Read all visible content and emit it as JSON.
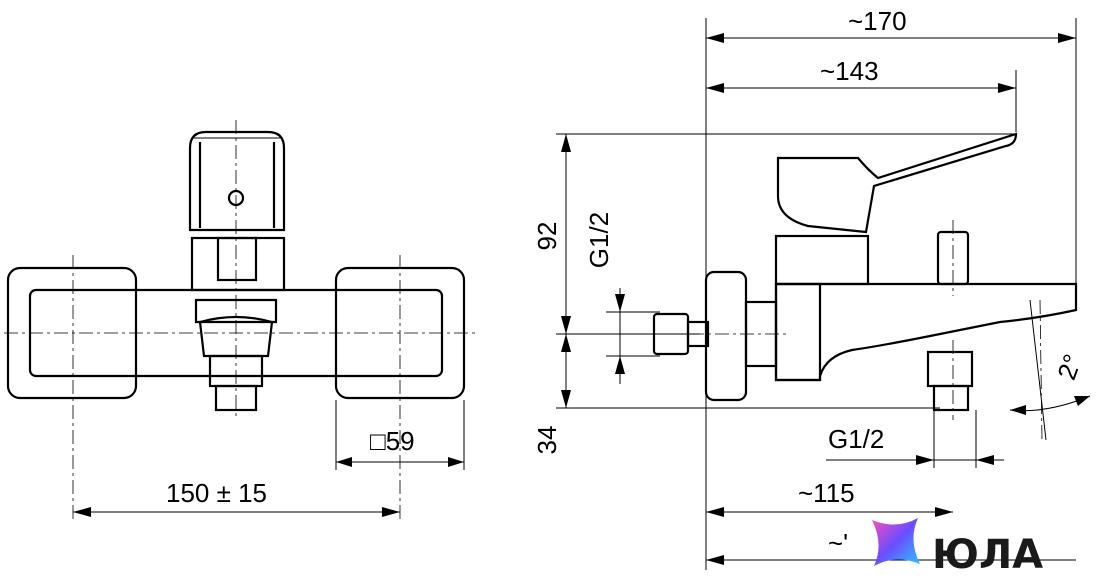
{
  "dimensions": {
    "front_width": "150 ± 15",
    "flange_size": "□59",
    "overall_length": "~170",
    "handle_length": "~143",
    "height_above_axis": "92",
    "height_below_axis": "34",
    "inlet_thread": "G1/2",
    "outlet_thread": "G1/2",
    "outlet_distance": "~115",
    "bottom_partial": "~'",
    "spout_angle": "2°"
  },
  "watermark": {
    "brand": "ЮЛА",
    "colors": [
      "#ff4fb8",
      "#6b4dff",
      "#28c7ff"
    ]
  },
  "colors": {
    "line": "#000000",
    "background": "#ffffff"
  }
}
